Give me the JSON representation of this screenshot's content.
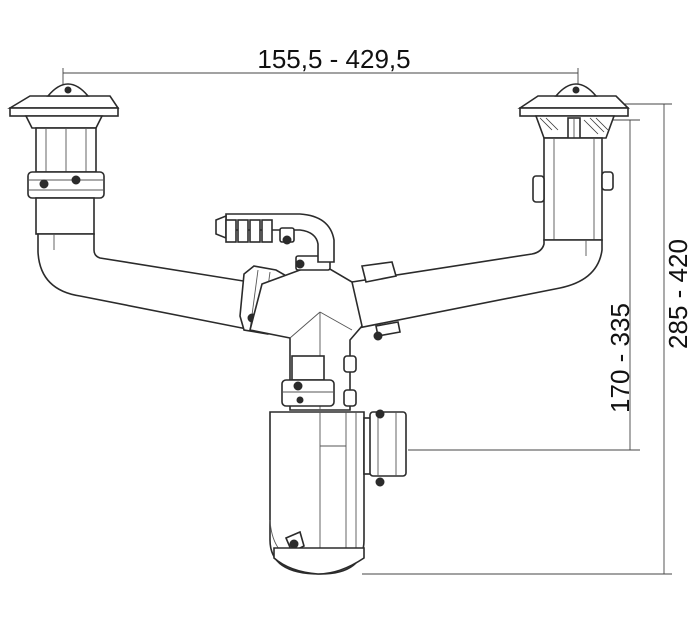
{
  "dimensions": {
    "width_range": "155,5 - 429,5",
    "height_outlet_range": "170 - 335",
    "height_total_range": "285 - 420"
  },
  "colors": {
    "line": "#2b2b2b",
    "background": "#ffffff"
  }
}
